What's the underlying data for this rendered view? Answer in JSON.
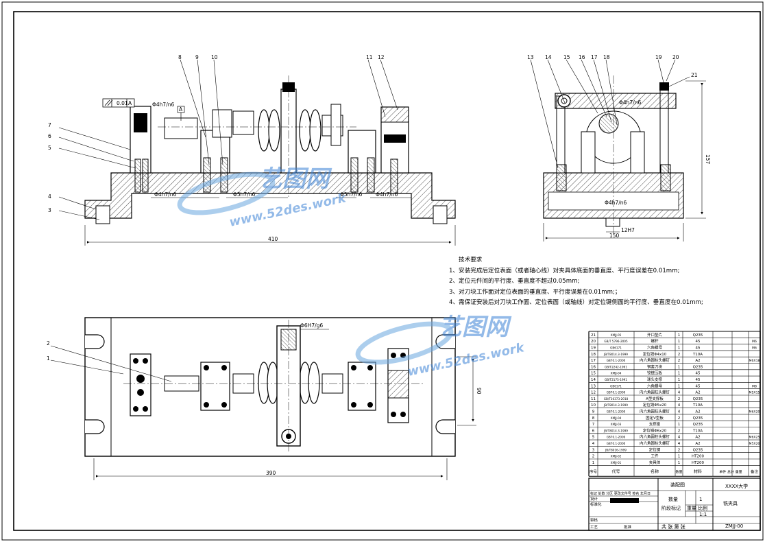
{
  "tech_requirements": {
    "title": "技术要求",
    "items": [
      "1、安装完成后定位表面（或者轴心线）对夹具体底面的垂直度、平行度误差在0.01mm;",
      "2、定位元件间的平行度、垂直度不超过0.05mm;",
      "3、对刀块工作面对定位表面的垂直度、平行度误差在0.01mm;；",
      "4、需保证安装后对刀块工作面、定位表面（或轴线）对定位键侧面的平行度、垂直度在0.01mm;"
    ]
  },
  "dimensions": {
    "front_width": "410",
    "top_width": "390",
    "side_width": "150",
    "side_height": "157",
    "top_height": "90",
    "key_width": "12H7",
    "fit_4h7": "Φ4h7/n6",
    "fit_5h7": "Φ5h7/n6",
    "fit_6h7": "Φ6H7/g6",
    "tolerance_value": "0.01",
    "datum": "A"
  },
  "balloons": {
    "front_left": [
      "7",
      "6",
      "5",
      "4",
      "3"
    ],
    "front_top": [
      "8",
      "9",
      "10",
      "11",
      "12"
    ],
    "side_top": [
      "13",
      "14",
      "15",
      "16",
      "17",
      "18",
      "19",
      "20",
      "21"
    ],
    "plan_left": [
      "2",
      "1"
    ]
  },
  "bom": {
    "rows": [
      {
        "no": "21",
        "code": "XMJJ-05",
        "name": "开口垫片",
        "qty": "1",
        "material": "Q235",
        "note": ""
      },
      {
        "no": "20",
        "code": "GB/T 5796-2005",
        "name": "螺杆",
        "qty": "1",
        "material": "45",
        "note": "M6"
      },
      {
        "no": "19",
        "code": "GB6171",
        "name": "六角螺母",
        "qty": "1",
        "material": "45",
        "note": "M6"
      },
      {
        "no": "18",
        "code": "JB/T8014.3-1999",
        "name": "定位销Φ4x10",
        "qty": "2",
        "material": "T10A",
        "note": ""
      },
      {
        "no": "17",
        "code": "GB70.1-2000",
        "name": "内六角圆柱头螺钉",
        "qty": "2",
        "material": "A2",
        "note": "M6X18"
      },
      {
        "no": "16",
        "code": "GB/T2242-1991",
        "name": "钢套刀块",
        "qty": "1",
        "material": "Q235",
        "note": ""
      },
      {
        "no": "15",
        "code": "XMJJ-04",
        "name": "铰链压板",
        "qty": "1",
        "material": "45",
        "note": ""
      },
      {
        "no": "14",
        "code": "GB/T2175-1991",
        "name": "球头支撑",
        "qty": "1",
        "material": "45",
        "note": ""
      },
      {
        "no": "13",
        "code": "GB6171",
        "name": "六角螺母",
        "qty": "1",
        "material": "45",
        "note": "M8"
      },
      {
        "no": "12",
        "code": "GB70.1-2000",
        "name": "内六角圆柱头螺钉",
        "qty": "4",
        "material": "A2",
        "note": "M5X15"
      },
      {
        "no": "11",
        "code": "GB/T36373-2018",
        "name": "A型支撑板",
        "qty": "2",
        "material": "Q235",
        "note": ""
      },
      {
        "no": "10",
        "code": "JB/T8014.3-1999",
        "name": "定位销Φ5x20",
        "qty": "4",
        "material": "T10A",
        "note": ""
      },
      {
        "no": "9",
        "code": "GB70.1-2000",
        "name": "内六角圆柱头螺钉",
        "qty": "4",
        "material": "A2",
        "note": "M6X20"
      },
      {
        "no": "8",
        "code": "XMJJ-04",
        "name": "固定V型板",
        "qty": "2",
        "material": "Q235",
        "note": ""
      },
      {
        "no": "7",
        "code": "XMJJ-03",
        "name": "支撑座",
        "qty": "1",
        "material": "Q235",
        "note": ""
      },
      {
        "no": "6",
        "code": "JB/T8014.3-1999",
        "name": "定位销Φ6x20",
        "qty": "2",
        "material": "T10A",
        "note": ""
      },
      {
        "no": "5",
        "code": "GB70.1-2000",
        "name": "内六角圆柱头螺钉",
        "qty": "4",
        "material": "A2",
        "note": "M6X25"
      },
      {
        "no": "4",
        "code": "GB70.1-2000",
        "name": "内六角圆柱头螺钉",
        "qty": "4",
        "material": "A2",
        "note": "M5X20"
      },
      {
        "no": "3",
        "code": "JB/T8016-1999",
        "name": "定位键",
        "qty": "2",
        "material": "Q235",
        "note": ""
      },
      {
        "no": "2",
        "code": "XMJJ-02",
        "name": "工件",
        "qty": "1",
        "material": "HT200",
        "note": ""
      },
      {
        "no": "1",
        "code": "XMJJ-01",
        "name": "夹具体",
        "qty": "1",
        "material": "HT200",
        "note": ""
      }
    ],
    "headers": {
      "no": "序号",
      "code": "代号",
      "name": "名称",
      "qty": "数量",
      "material": "材料",
      "weight": "单件 总计 重量",
      "note": "备注"
    }
  },
  "title_block": {
    "drawing_label": "装配图",
    "school": "XXXX大学",
    "product": "铣夹具",
    "drawing_no": "ZMJJ-00",
    "scale": "1:1",
    "qty_label": "数量",
    "qty_value": "1",
    "weight_label": "重量",
    "scale_label": "比例",
    "stage_label": "阶段标记",
    "sheet_label": "共 张 第 张",
    "rev_cols": "标记 处数 分区 更改文件号 签名 年月日",
    "design_label": "设计",
    "std_label": "标准化",
    "process_label": "工艺",
    "review_label": "审核",
    "approve_label": "批准"
  },
  "watermark": {
    "brand": "艺图网",
    "url": "www.52des.work"
  }
}
